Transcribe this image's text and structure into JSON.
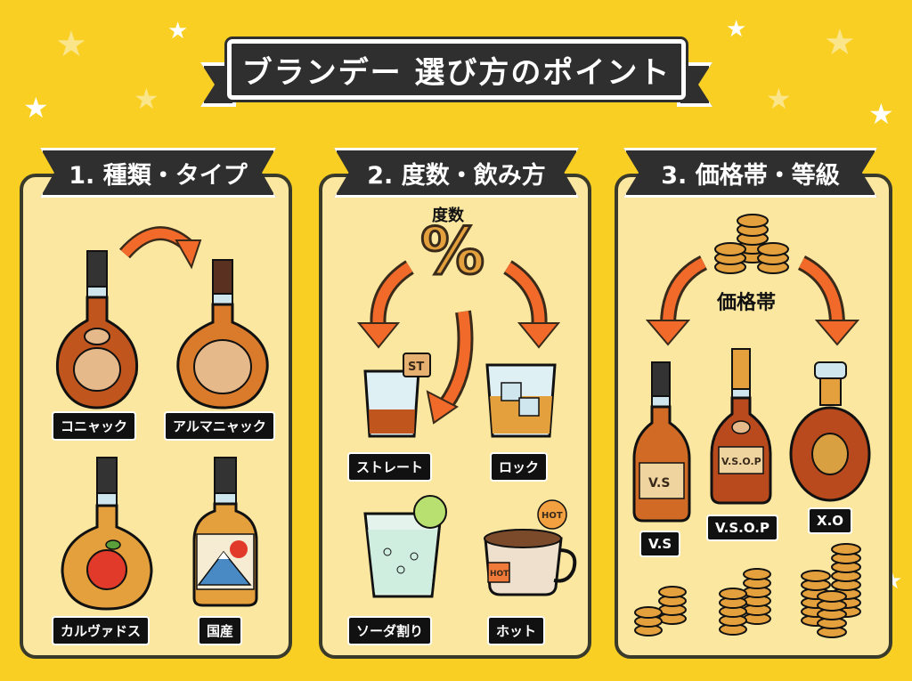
{
  "title": "ブランデー 選び方のポイント",
  "colors": {
    "background": "#f9cf24",
    "panel": "#fbe7a0",
    "banner": "#2f2f2f",
    "arrow": "#f26a2a",
    "amber": "#c8641e"
  },
  "sections": [
    {
      "heading": "1. 種類・タイプ",
      "items": [
        {
          "label": "コニャック"
        },
        {
          "label": "アルマニャック"
        },
        {
          "label": "カルヴァドス"
        },
        {
          "label": "国産"
        }
      ]
    },
    {
      "heading": "2. 度数・飲み方",
      "center_label": "度数",
      "center_symbol": "%",
      "items": [
        {
          "label": "ストレート",
          "badge": "ST"
        },
        {
          "label": "ロック"
        },
        {
          "label": "ソーダ割り"
        },
        {
          "label": "ホット",
          "badge": "HOT",
          "tag": "HOT"
        }
      ]
    },
    {
      "heading": "3. 価格帯・等級",
      "center_label": "価格帯",
      "items": [
        {
          "label": "V.S",
          "bottle_label": "V.S"
        },
        {
          "label": "V.S.O.P",
          "bottle_label": "V.S.O.P"
        },
        {
          "label": "X.O"
        }
      ]
    }
  ]
}
